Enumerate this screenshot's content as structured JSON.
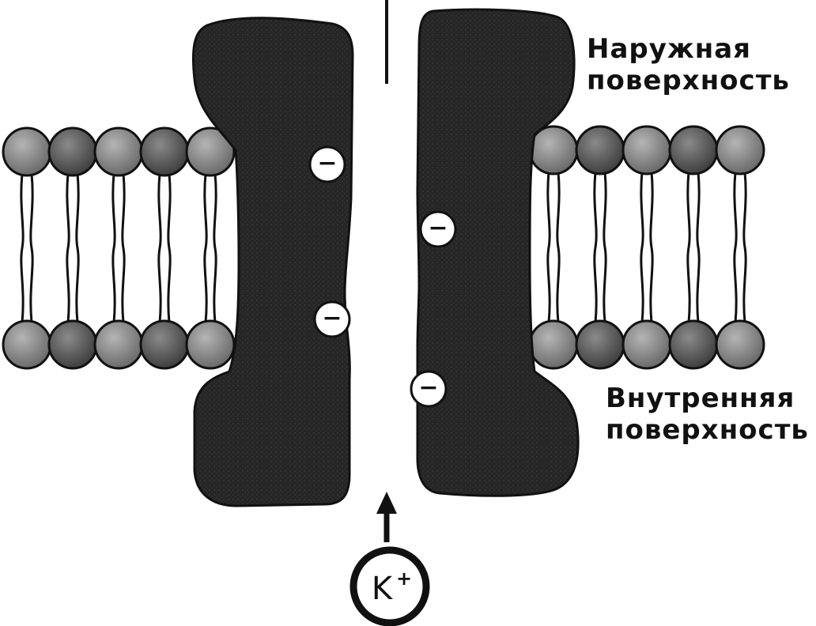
{
  "labels": {
    "outer_surface_line1": "Наружная",
    "outer_surface_line2": "поверхность",
    "inner_surface_line1": "Внутренняя",
    "inner_surface_line2": "поверхность"
  },
  "ion": {
    "symbol": "K",
    "charge": "+"
  },
  "channel_charges": {
    "symbol": "−",
    "count": 4
  },
  "bilayer": {
    "left_lipid_pairs": 5,
    "right_lipid_pairs": 5
  },
  "colors": {
    "protein": "#262626",
    "lipid_head": "#8c8c8c",
    "lipid_head_dark": "#5e5e5e",
    "outline": "#111111",
    "background": "#ffffff"
  }
}
